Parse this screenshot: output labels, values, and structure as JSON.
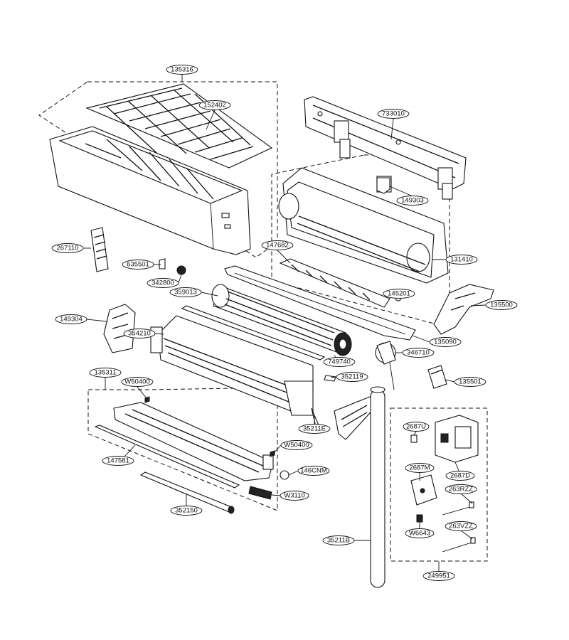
{
  "labels": {
    "l135316": "135316",
    "l152402": "152402",
    "l733010": "733010",
    "l149303": "149303",
    "l131410": "131410",
    "l147682": "147682",
    "l267110": "267110",
    "l635501": "635501",
    "l342800": "342800",
    "l359013": "359013",
    "l145201": "145201",
    "l135500": "135500",
    "l149304": "149304",
    "l354210": "354210",
    "l135090": "135090",
    "l346710": "346710",
    "l749740": "749740",
    "l352119": "352119",
    "l135311": "135311",
    "lW50400a": "W50400",
    "l135501": "135501",
    "l35211E": "35211E",
    "l2687U": "2687U",
    "lW50400b": "W50400",
    "l147581": "147581",
    "l146CNM": "146CNM",
    "l2687M": "2687M",
    "l2687D": "2687D",
    "lW3110": "W3110",
    "l263RZZ": "263RZZ",
    "l352150": "352150",
    "lW6643": "W6643",
    "l263VZZ": "263VZZ",
    "l35211B": "35211B",
    "l249951": "249951"
  }
}
